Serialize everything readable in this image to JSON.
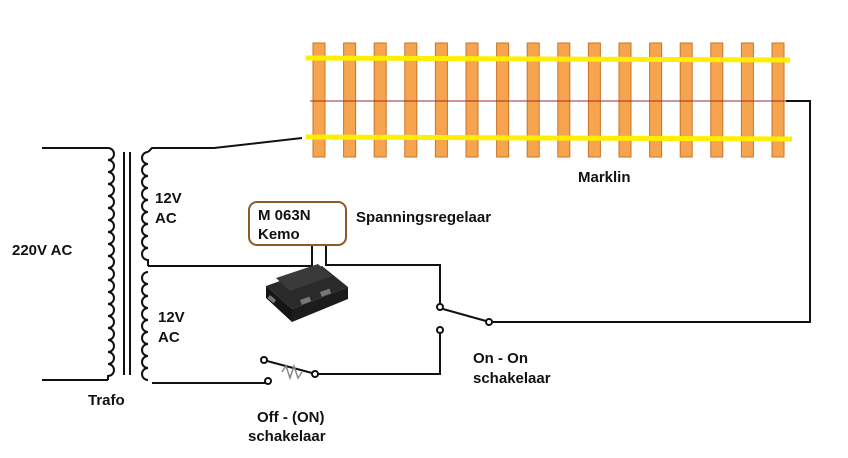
{
  "labels": {
    "primary_voltage": "220V AC",
    "secondary_top_voltage": "12V",
    "secondary_top_type": "AC",
    "secondary_bottom_voltage": "12V",
    "secondary_bottom_type": "AC",
    "transformer": "Trafo",
    "module_line1": "M 063N",
    "module_line2": "Kemo",
    "regulator": "Spanningsregelaar",
    "track": "Marklin",
    "on_on_line1": "On - On",
    "on_on_line2": "schakelaar",
    "off_on_line1": "Off - (ON)",
    "off_on_line2": "schakelaar"
  },
  "colors": {
    "sleeper": "#f7a44f",
    "sleeper_border": "#c9742a",
    "rail": "#ffee00",
    "center_line": "#9b2c2c",
    "module_border": "#8b5a2b",
    "wire": "#111111"
  },
  "track": {
    "sleeper_count": 16
  }
}
